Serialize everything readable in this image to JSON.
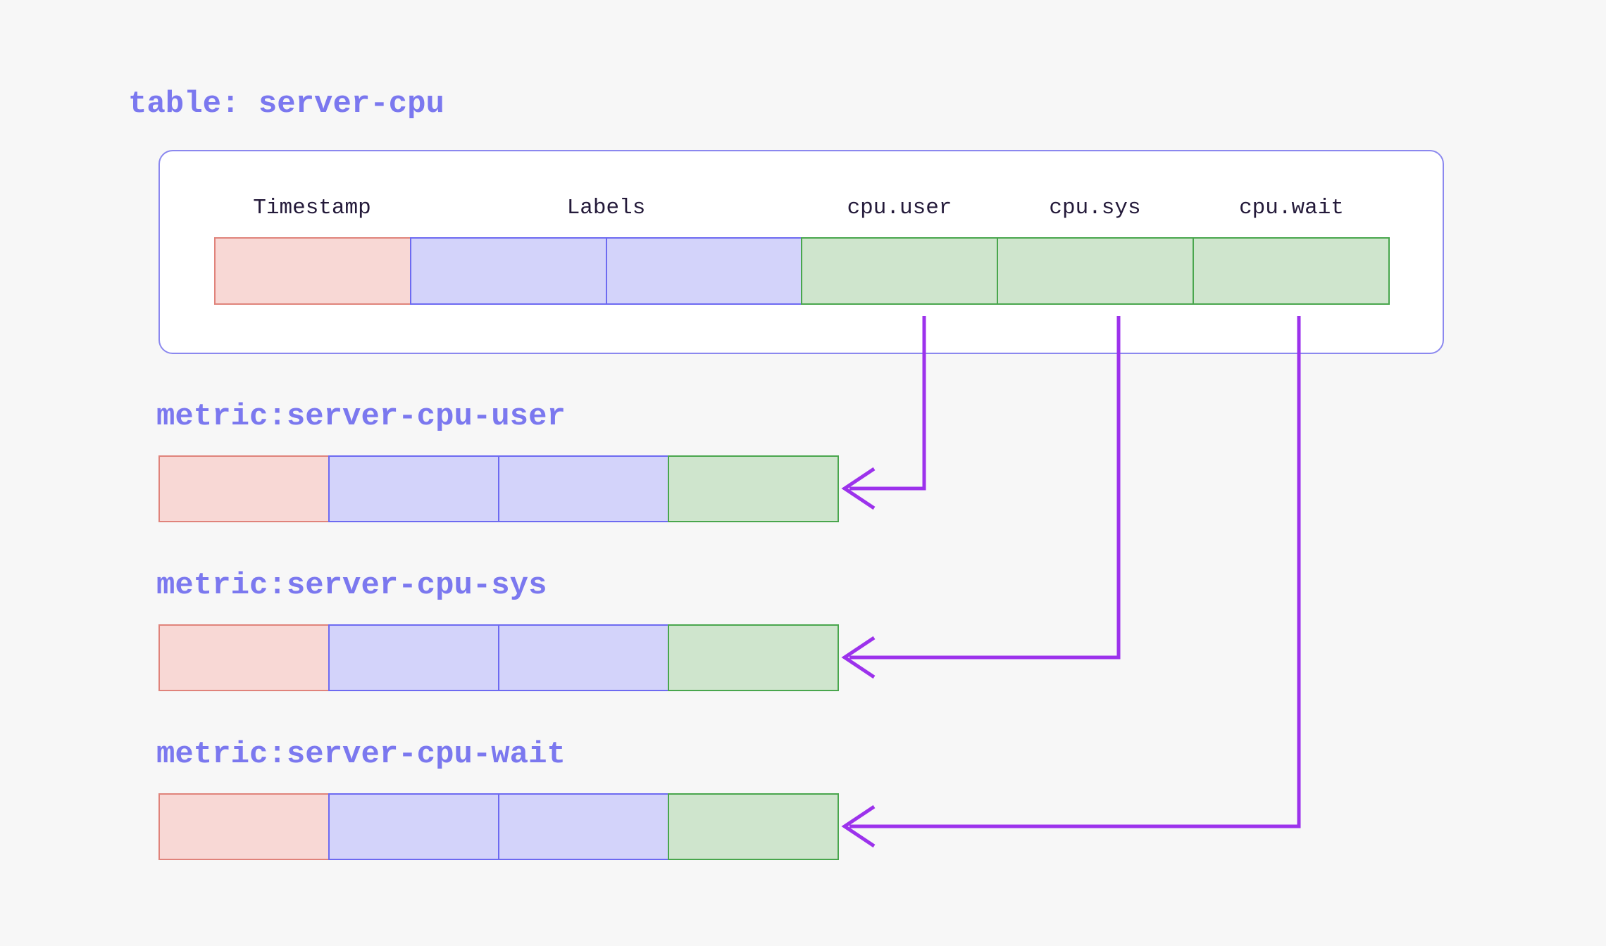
{
  "colors": {
    "page-bg": "#f7f7f7",
    "box-bg": "#ffffff",
    "box-border": "#8b88ef",
    "title-color": "#7b78ef",
    "header-color": "#241a3a",
    "timestamp-fill": "#f8d8d5",
    "timestamp-border": "#e0837b",
    "labels-fill": "#d3d3fa",
    "labels-border": "#6d6af1",
    "field-fill": "#cfe5cd",
    "field-border": "#49a64d",
    "arrow-color": "#9c32ec"
  },
  "diagram": {
    "table": {
      "title": "table: server-cpu",
      "columns": [
        {
          "label": "Timestamp",
          "kind": "timestamp",
          "cells": 1
        },
        {
          "label": "Labels",
          "kind": "labels",
          "cells": 2
        },
        {
          "label": "cpu.user",
          "kind": "field",
          "cells": 1
        },
        {
          "label": "cpu.sys",
          "kind": "field",
          "cells": 1
        },
        {
          "label": "cpu.wait",
          "kind": "field",
          "cells": 1
        }
      ]
    },
    "metrics": [
      {
        "title": "metric:server-cpu-user",
        "from_column": "cpu.user"
      },
      {
        "title": "metric:server-cpu-sys",
        "from_column": "cpu.sys"
      },
      {
        "title": "metric:server-cpu-wait",
        "from_column": "cpu.wait"
      }
    ]
  }
}
